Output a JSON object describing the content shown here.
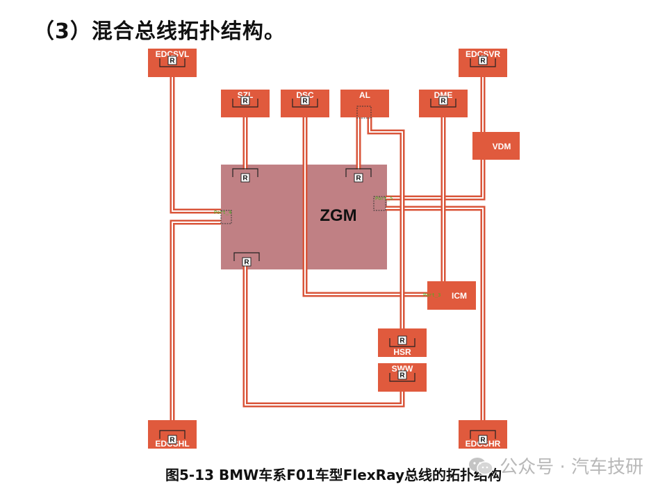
{
  "heading": "（3）混合总线拓扑结构。",
  "caption": "图5-13  BMW车系F01车型FlexRay总线的拓扑结构",
  "watermark": "公众号 · 汽车技研",
  "colors": {
    "node": "#e05a3d",
    "zgm": "#c08084",
    "bus_outer": "#d9553a",
    "bus_inner": "#ffffff",
    "port_label": "#4caf22"
  },
  "diagram": {
    "zgm_label": "ZGM",
    "terminator_label": "R",
    "port_labels": [
      "Port_4",
      "Port_5",
      "Port_3"
    ],
    "nodes": {
      "edcsvl": "EDCSVL",
      "edcsvr": "EDCSVR",
      "szl": "SZL",
      "dsc": "DSC",
      "al": "AL",
      "dme": "DME",
      "vdm": "VDM",
      "icm": "ICM",
      "hsr": "HSR",
      "sww": "SWW",
      "edcshl": "EDCSHL",
      "edcshr": "EDCSHR"
    }
  }
}
